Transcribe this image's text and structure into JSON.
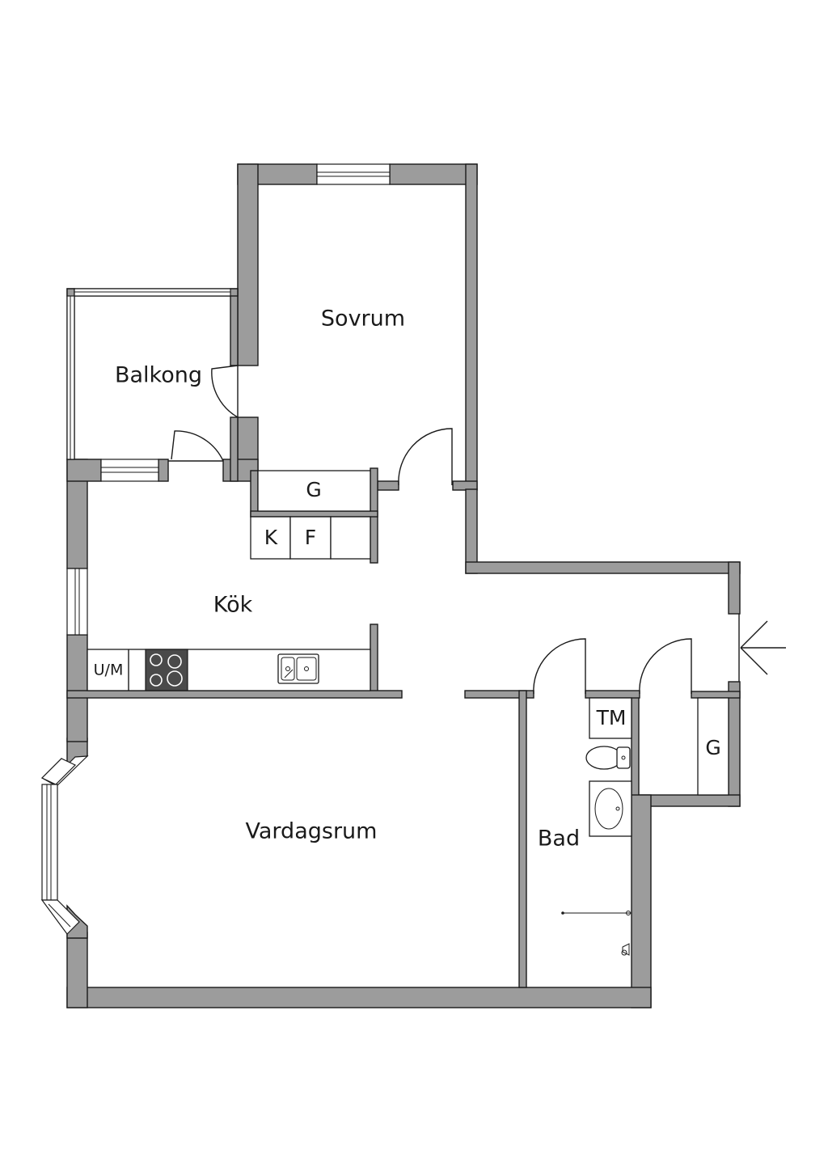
{
  "rooms": {
    "sovrum": "Sovrum",
    "balkong": "Balkong",
    "kok": "Kök",
    "vardagsrum": "Vardagsrum",
    "bad": "Bad"
  },
  "fixtures": {
    "garderob_sovrum": "G",
    "kyl": "K",
    "frys": "F",
    "diskmaskin": "U/M",
    "tvattmaskin": "TM",
    "garderob_hall": "G"
  },
  "icons": {
    "entrance": "entrance-arrow-icon",
    "stove": "stove-icon",
    "sink": "kitchen-sink-icon",
    "toilet": "toilet-icon",
    "washbasin": "washbasin-icon",
    "shower": "shower-icon"
  },
  "colors": {
    "wall": "#9c9c9c",
    "line": "#1a1a1a",
    "stove": "#4a4a4a",
    "background": "#ffffff"
  }
}
